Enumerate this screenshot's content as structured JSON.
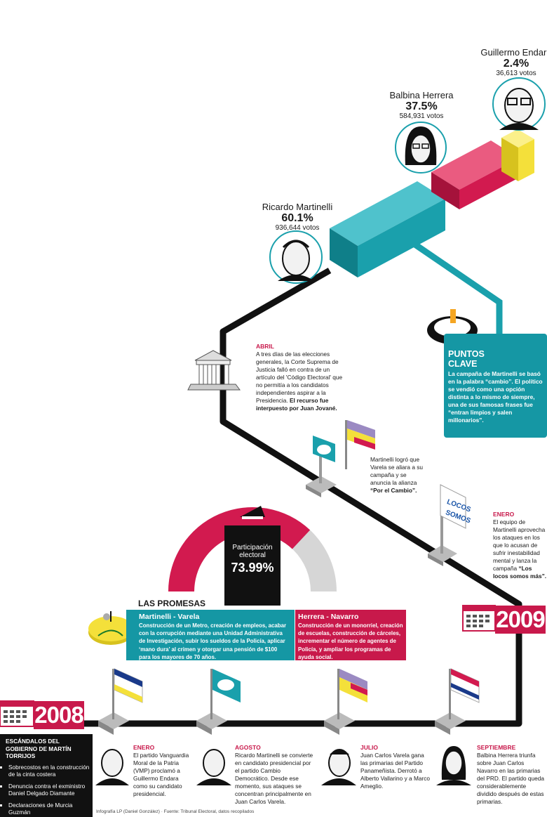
{
  "candidates": [
    {
      "name": "Guillermo Endara",
      "percent": "2.4%",
      "votes": "36,613 votos",
      "color": "#f4e03a"
    },
    {
      "name": "Balbina Herrera",
      "percent": "37.5%",
      "votes": "584,931 votos",
      "color": "#d21a4f"
    },
    {
      "name": "Ricardo Martinelli",
      "percent": "60.1%",
      "votes": "936,644 votos",
      "color": "#1aa0ac"
    }
  ],
  "abril": {
    "month": "ABRIL",
    "text": "A tres días de las elecciones generales, la Corte Suprema de Justicia falló en contra de un artículo del 'Código Electoral' que no permitía a los candidatos independientes aspirar a la Presidencia.",
    "bold": "El recurso fue interpuesto por Juan Jované."
  },
  "puntos_clave": {
    "title": "PUNTOS CLAVE",
    "text": "La campaña de Martinelli se basó en la palabra “cambio”. El político se vendió como una opción distinta a lo mismo de siempre, una de sus famosas frases fue",
    "bold": "“entran limpios y salen millonarios”."
  },
  "alianza": {
    "text": "Martinelli logró que Varela se aliara a su campaña y se anuncia la alianza",
    "bold": "“Por el Cambio”."
  },
  "enero_2009": {
    "month": "ENERO",
    "text": "El equipo de Martinelli aprovecha los ataques en los que lo acusan de sufrir inestabilidad mental y lanza la campaña",
    "bold": "“Los locos somos más”.",
    "sign_top": "LOCOS",
    "sign_bottom": "SOMOS"
  },
  "participacion": {
    "label": "Participación electoral",
    "value": "73.99%",
    "fraction": 0.7399
  },
  "promesas": {
    "title": "LAS PROMESAS",
    "left_head": "Martinelli - Varela",
    "left_text": "Construcción de un Metro, creación de empleos, acabar con la corrupción mediante una Unidad Administrativa de Investigación, subir los sueldos de la Policía, aplicar ‘mano dura’ al crimen y otorgar una pensión de $100 para los mayores de 70 años.",
    "right_head": "Herrera - Navarro",
    "right_text": "Construcción de un monorriel, creación de escuelas, construcción de cárceles, incrementar el número de agentes de Policía, y ampliar los programas de ayuda social."
  },
  "years": {
    "y2008": "2008",
    "y2009": "2009"
  },
  "escandalos": {
    "title": "ESCÁNDALOS DEL GOBIERNO DE MARTÍN TORRIJOS",
    "items": [
      "Sobrecostos en la construcción de la cinta costera",
      "Denuncia contra el exministro Daniel Delgado Diamante",
      "Declaraciones de Murcia Guzmán"
    ]
  },
  "timeline_2008": [
    {
      "month": "ENERO",
      "text": "El partido Vanguardia Moral de la Patria (VMP) proclamó a Guillermo Endara como su candidato presidencial."
    },
    {
      "month": "AGOSTO",
      "text": "Ricardo Martinelli se convierte en candidato presidencial por el partido Cambio Democrático. Desde ese momento, sus ataques se concentran principalmente en Juan Carlos Varela."
    },
    {
      "month": "JULIO",
      "text": "Juan Carlos Varela gana las primarias del Partido Panameñista. Derrotó a Alberto Vallarino y a Marco Ameglio."
    },
    {
      "month": "SEPTIEMBRE",
      "text": "Balbina Herrera triunfa sobre Juan Carlos Navarro en las primarias del PRD. El partido queda considerablemente dividido después de estas primarias."
    }
  ],
  "credit": "Infografía LP (Daniel González) · Fuente: Tribunal Electoral, datos recopilados",
  "colors": {
    "teal": "#1597a4",
    "crimson": "#c8194b",
    "yellow": "#f4e03a",
    "black": "#111111"
  }
}
